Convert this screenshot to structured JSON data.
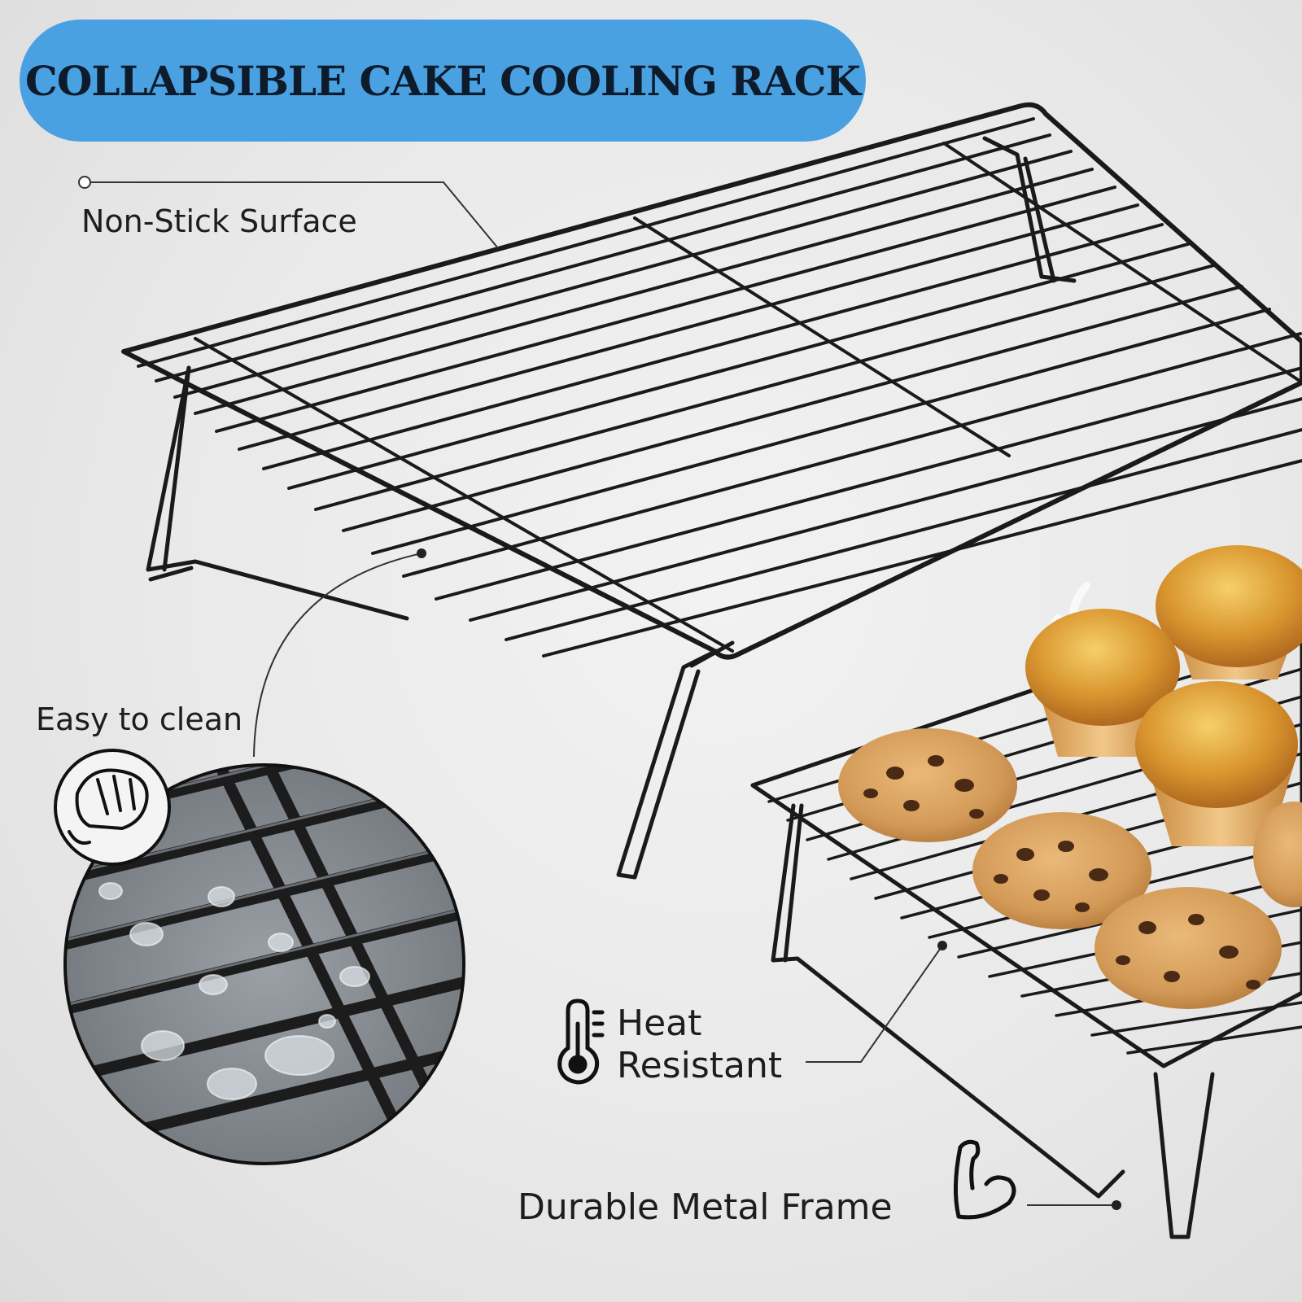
{
  "title": "COLLAPSIBLE CAKE COOLING RACK",
  "features": {
    "non_stick": "Non-Stick Surface",
    "easy_clean": "Easy to clean",
    "heat_resistant_line1": "Heat",
    "heat_resistant_line2": "Resistant",
    "durable": "Durable Metal Frame"
  },
  "icons": {
    "easy_clean": "wiping-hand-icon",
    "heat_resistant": "thermometer-icon",
    "durable": "flexed-arm-icon"
  },
  "colors": {
    "title_background": "#4aa1e2",
    "title_text": "#0d1b2a",
    "rack_wire": "#1a1a1a",
    "text": "#1d1d1d"
  }
}
